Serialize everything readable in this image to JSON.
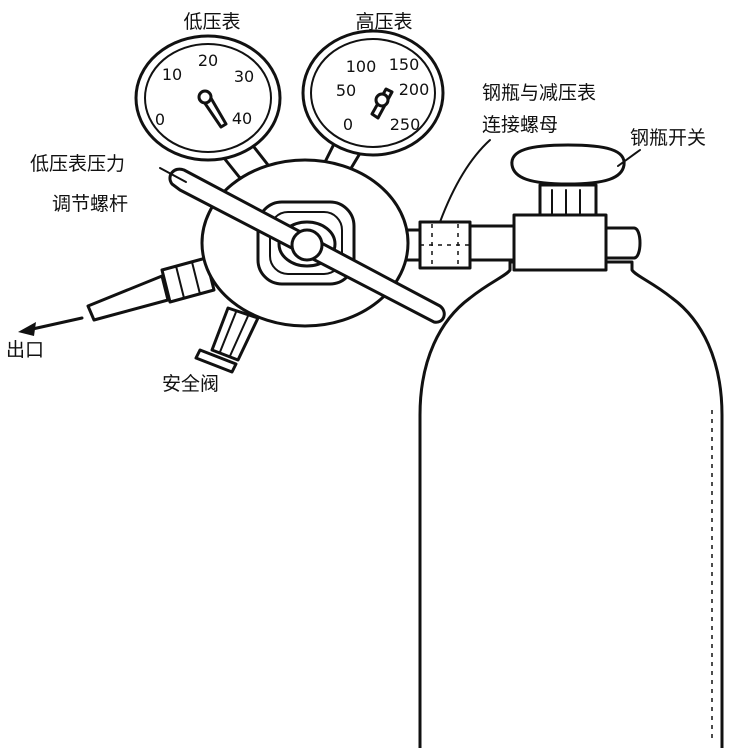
{
  "labels": {
    "low_gauge": "低压表",
    "high_gauge": "高压表",
    "cylinder_connection_line1": "钢瓶与减压表",
    "cylinder_connection_line2": "连接螺母",
    "cylinder_valve": "钢瓶开关",
    "adjust_screw_line1": "低压表压力",
    "adjust_screw_line2": "调节螺杆",
    "outlet": "出口",
    "safety_valve": "安全阀"
  },
  "low_gauge_scale": {
    "s0": "0",
    "s10": "10",
    "s20": "20",
    "s30": "30",
    "s40": "40"
  },
  "high_gauge_scale": {
    "s0": "0",
    "s50": "50",
    "s100": "100",
    "s150": "150",
    "s200": "200",
    "s250": "250"
  }
}
